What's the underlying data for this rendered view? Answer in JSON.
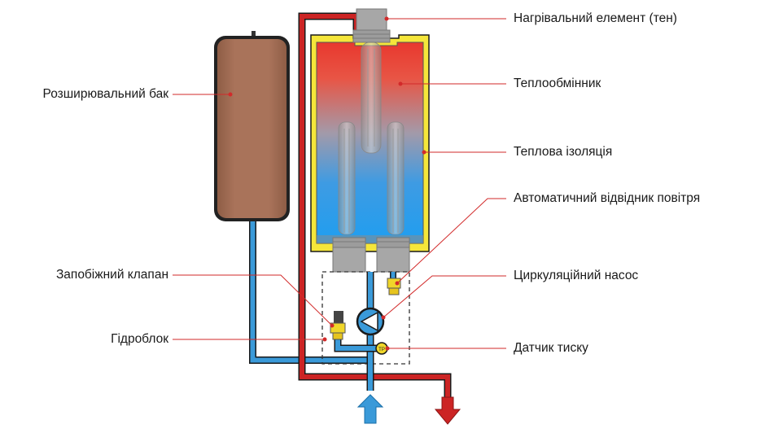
{
  "labels": {
    "heating_element": "Нагрівальний елемент (тен)",
    "heat_exchanger": "Теплообмінник",
    "thermal_insulation": "Теплова ізоляція",
    "air_vent": "Автоматичний відвідник повітря",
    "circulation_pump": "Циркуляційний насос",
    "pressure_sensor": "Датчик тиску",
    "expansion_tank": "Розширювальний бак",
    "safety_valve": "Запобіжний клапан",
    "hydro_block": "Гідроблок"
  },
  "sensor_mark": "TP",
  "colors": {
    "red_pipe": "#cc2424",
    "blue_pipe": "#3a9ad9",
    "tank_fill": "#a9735a",
    "insulation": "#f5e63a",
    "leader_line": "#d22a2a",
    "gray_fitting": "#a7a7a7"
  }
}
